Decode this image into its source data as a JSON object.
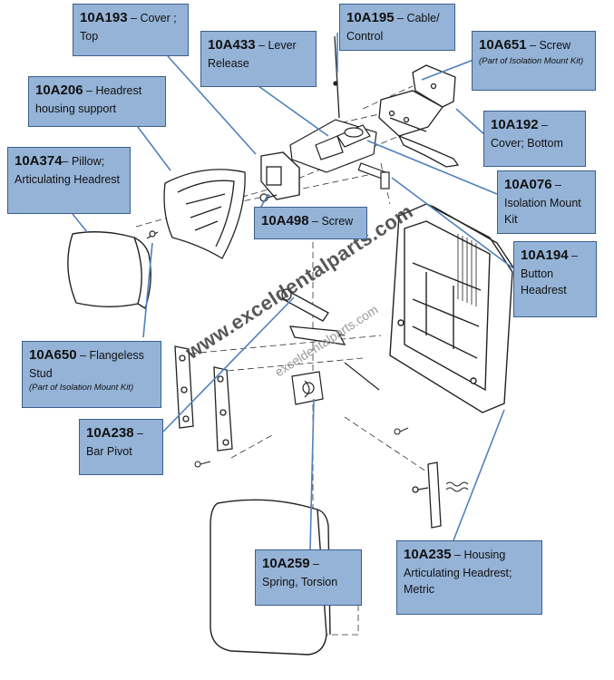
{
  "watermark": "www.exceldentalparts.com",
  "watermark_echo": "exceldentalparts.com",
  "colors": {
    "callout_fill": "#95b3d7",
    "callout_border": "#3b5f8c",
    "leader": "#4f81bd"
  },
  "callouts": [
    {
      "id": "10A193",
      "code": "10A193",
      "text": " – Cover ; Top"
    },
    {
      "id": "10A433",
      "code": "10A433",
      "text": " – Lever Release"
    },
    {
      "id": "10A195",
      "code": "10A195",
      "text": " – Cable/ Control"
    },
    {
      "id": "10A651",
      "code": "10A651",
      "text": " – Screw",
      "sub": "(Part of Isolation Mount Kit)"
    },
    {
      "id": "10A206",
      "code": "10A206",
      "text": " – Headrest housing support"
    },
    {
      "id": "10A192",
      "code": "10A192",
      "text": " – Cover; Bottom"
    },
    {
      "id": "10A374",
      "code": "10A374",
      "text": "– Pillow; Articulating Headrest"
    },
    {
      "id": "10A076",
      "code": "10A076",
      "text": " – Isolation Mount Kit"
    },
    {
      "id": "10A498",
      "code": "10A498",
      "text": " – Screw"
    },
    {
      "id": "10A194",
      "code": "10A194",
      "text": " – Button Headrest"
    },
    {
      "id": "10A650",
      "code": "10A650",
      "text": " – Flangeless Stud ",
      "sub": "(Part of Isolation Mount Kit)"
    },
    {
      "id": "10A238",
      "code": "10A238",
      "text": " – Bar Pivot"
    },
    {
      "id": "10A259",
      "code": "10A259",
      "text": " – Spring, Torsion"
    },
    {
      "id": "10A235",
      "code": "10A235",
      "text": " – Housing Articulating Headrest; Metric"
    }
  ]
}
